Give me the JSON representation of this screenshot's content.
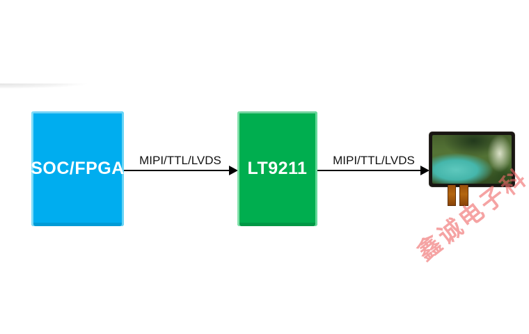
{
  "page": {
    "background_color": "#FFFFFF"
  },
  "diagram": {
    "source_node": {
      "label": "SOC/FPGA",
      "fill_color": "#00ADEF",
      "text_color": "#FFFFFF"
    },
    "bridge_node": {
      "label": "LT9211",
      "fill_color": "#00AE4F",
      "text_color": "#FFFFFF"
    },
    "display_node": {
      "icon": "lcd-panel-image",
      "bezel_color": "#181512",
      "fpc_color": "#A85C10",
      "screen_scene_colors": [
        "#45B6AB",
        "#557436",
        "#22391C",
        "#E1E6D0"
      ]
    },
    "link1": {
      "label": "MIPI/TTL/LVDS",
      "line_color": "#000000"
    },
    "link2": {
      "label": "MIPI/TTL/LVDS",
      "line_color": "#000000"
    }
  },
  "watermark": {
    "text": "鑫诚电子科",
    "color": "#EF6A6A"
  }
}
